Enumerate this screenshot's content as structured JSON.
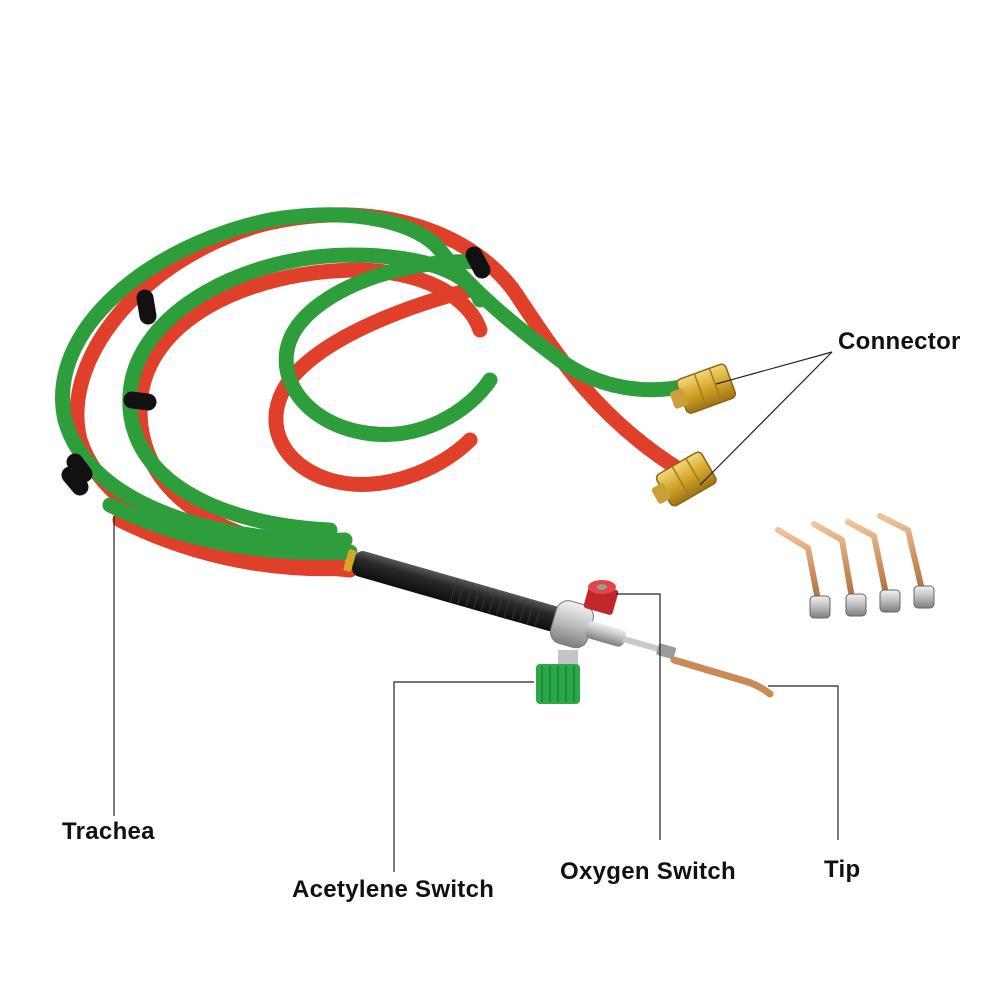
{
  "labels": {
    "connector": "Connector",
    "trachea": "Trachea",
    "acetylene_switch": "Acetylene Switch",
    "oxygen_switch": "Oxygen Switch",
    "tip": "Tip"
  },
  "colors": {
    "background": "#ffffff",
    "oxygen_hose": "#2e9e3c",
    "acetylene_hose": "#e0402a",
    "brass": "#d4a62a",
    "handle": "#1e1e1e",
    "oxygen_valve": "#c0262c",
    "acetylene_valve": "#2aa84a",
    "copper_tip": "#c98a55",
    "leader_line": "#222222"
  },
  "spare_tips": {
    "count": 4
  }
}
